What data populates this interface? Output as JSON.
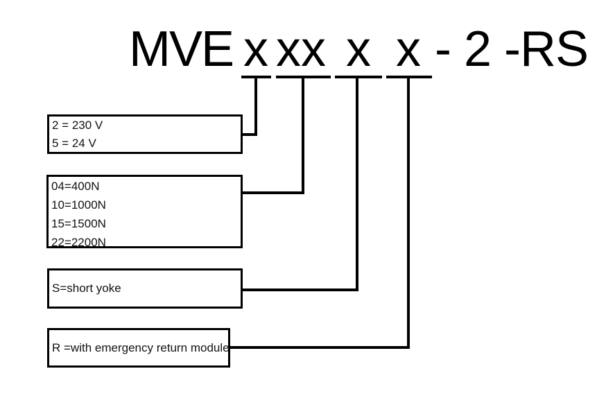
{
  "model_code": {
    "prefix": "MVE",
    "voltage_placeholder": "x",
    "force_placeholder": "xx",
    "yoke_placeholder": "x",
    "return_placeholder": "x",
    "suffix": "- 2 -RS"
  },
  "legend": {
    "voltage": {
      "lines": [
        "2 = 230 V",
        "5 = 24 V"
      ]
    },
    "force": {
      "lines": [
        "04=400N",
        "10=1000N",
        "15=1500N",
        "22=2200N"
      ]
    },
    "yoke": {
      "lines": [
        "S=short yoke"
      ]
    },
    "emergency_return": {
      "lines": [
        "R =with emergency return module"
      ]
    }
  },
  "colors": {
    "line": "#000000",
    "text": "#111111",
    "background": "#ffffff"
  }
}
